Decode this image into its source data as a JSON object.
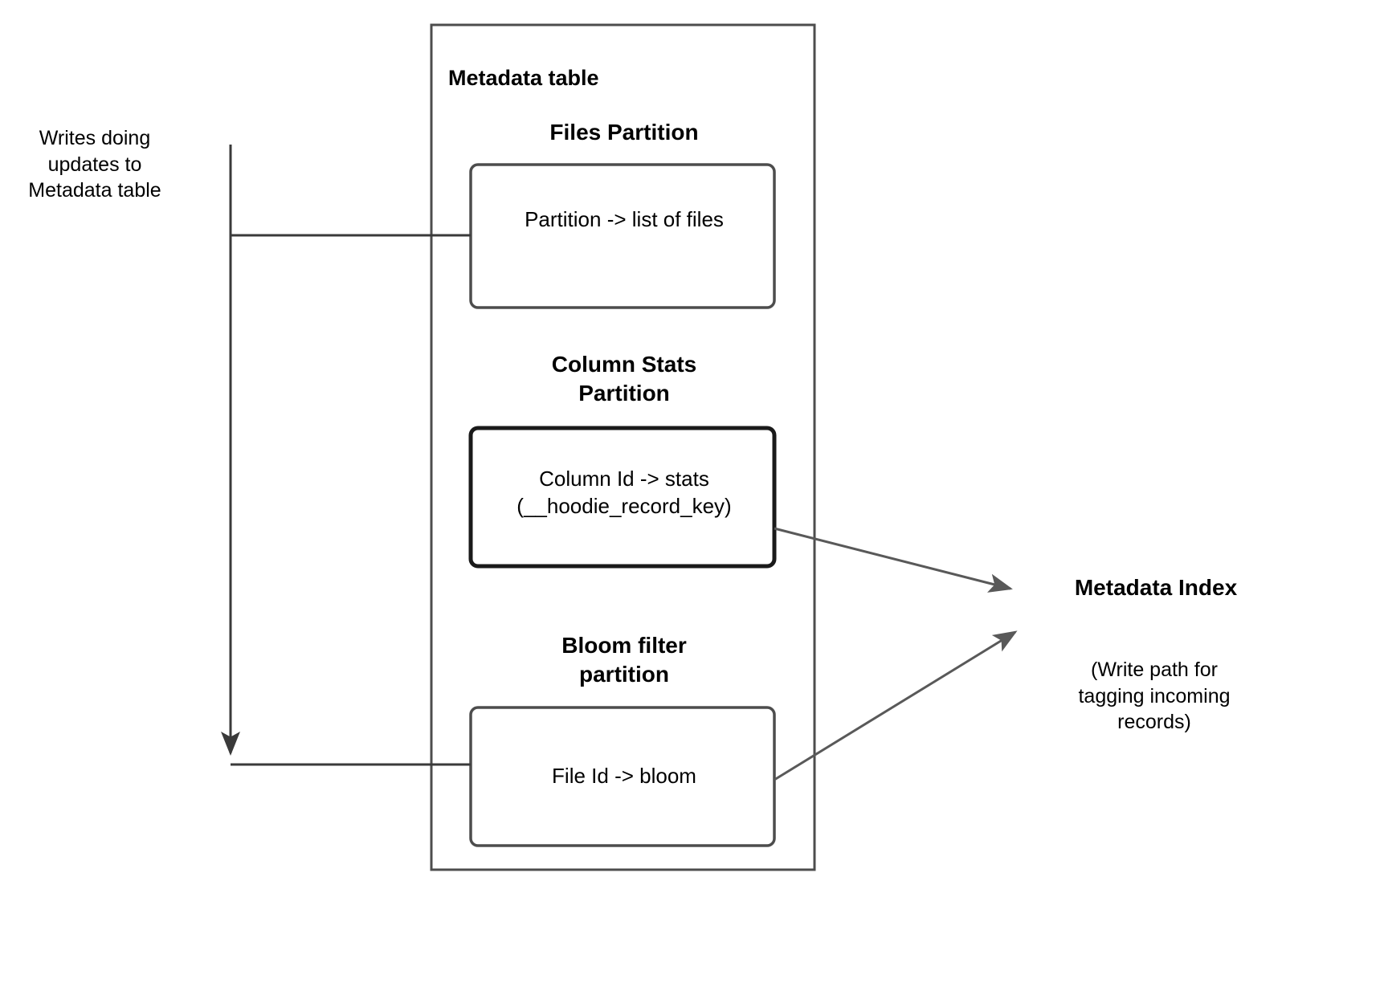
{
  "diagram": {
    "title_text": "Metadata table",
    "left_annotation": "Writes doing\nupdates to\nMetadata table",
    "partitions": [
      {
        "heading": "Files Partition",
        "box_text": "Partition -> list of files"
      },
      {
        "heading": "Column Stats\nPartition",
        "box_text": "Column Id  -> stats\n(__hoodie_record_key)"
      },
      {
        "heading": "Bloom filter\npartition",
        "box_text": "File Id -> bloom"
      }
    ],
    "right": {
      "title": "Metadata Index",
      "caption": "(Write path for\ntagging incoming\nrecords)"
    },
    "colors": {
      "stroke": "#4d4d4d",
      "stroke_strong": "#1a1a1a",
      "arrow_fill": "#595959",
      "text": "#000000",
      "background": "#ffffff"
    }
  }
}
